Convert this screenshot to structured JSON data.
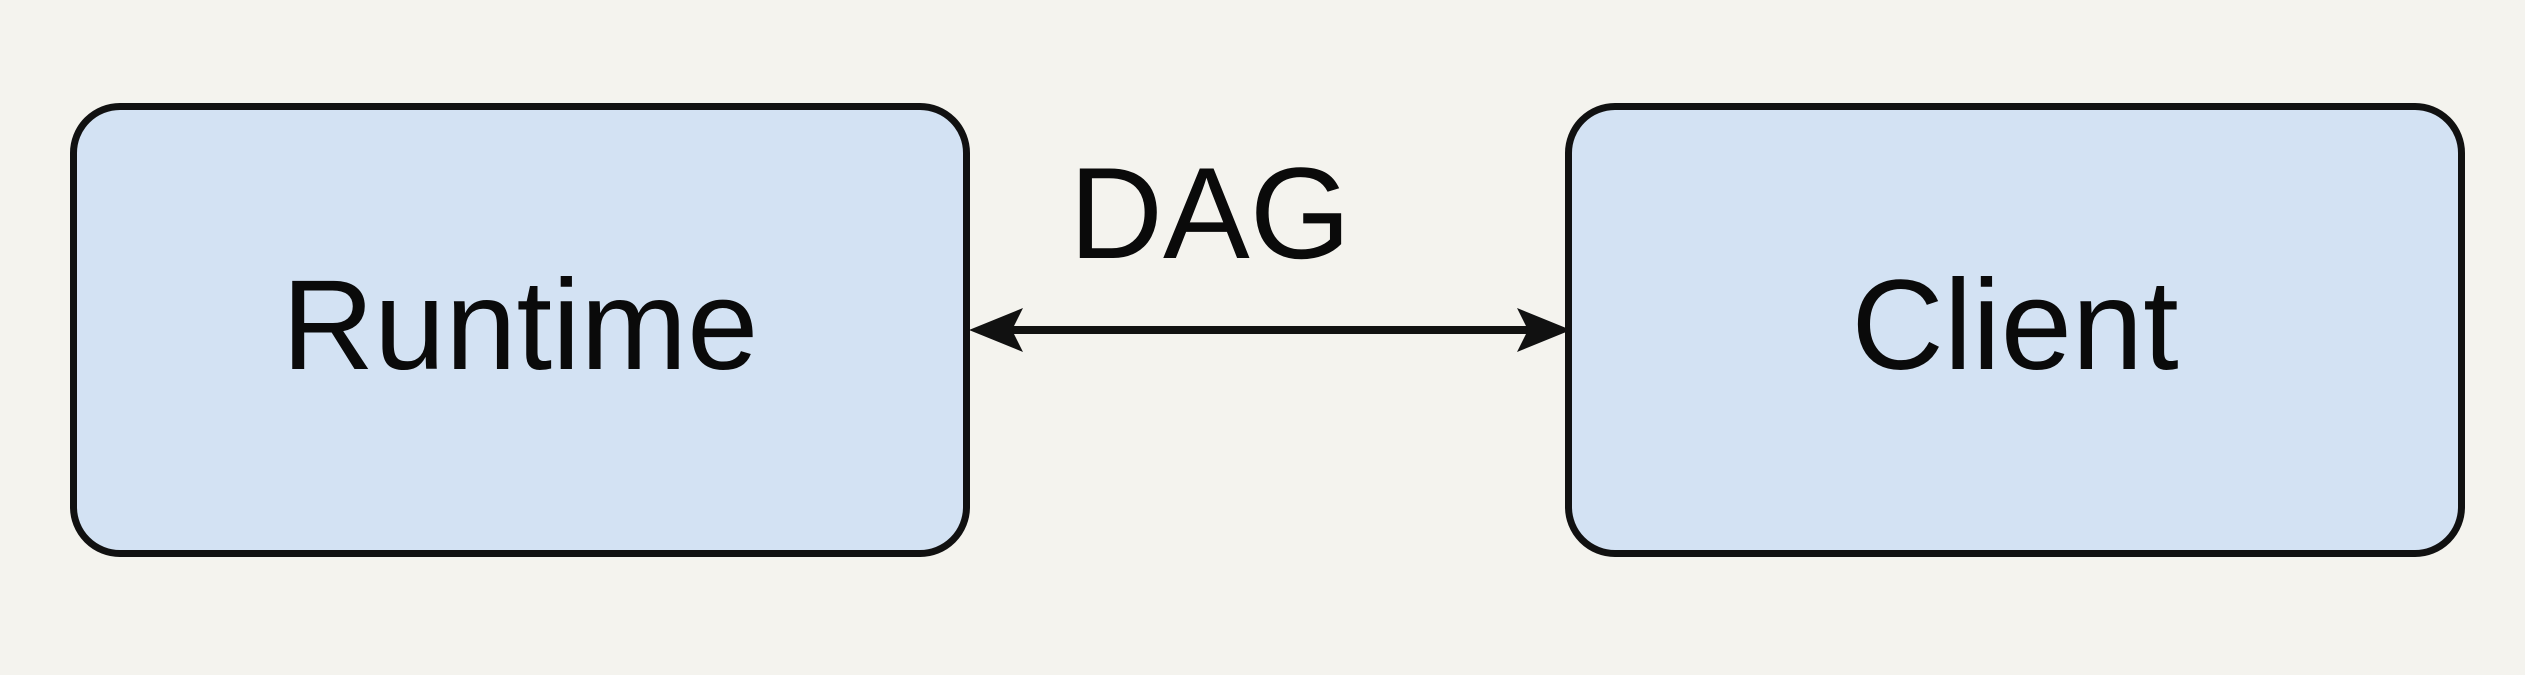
{
  "diagram": {
    "type": "node-link",
    "background_color": "#f4f3ee",
    "node_fill_color": "#d3e2f3",
    "node_border_color": "#111111",
    "text_color": "#0a0a0a",
    "nodes": [
      {
        "id": "runtime",
        "label": "Runtime",
        "shape": "rounded-rectangle"
      },
      {
        "id": "client",
        "label": "Client",
        "shape": "rounded-rectangle"
      }
    ],
    "edges": [
      {
        "from": "runtime",
        "to": "client",
        "label": "DAG",
        "direction": "bidirectional",
        "style": "solid-double-arrow"
      }
    ]
  }
}
